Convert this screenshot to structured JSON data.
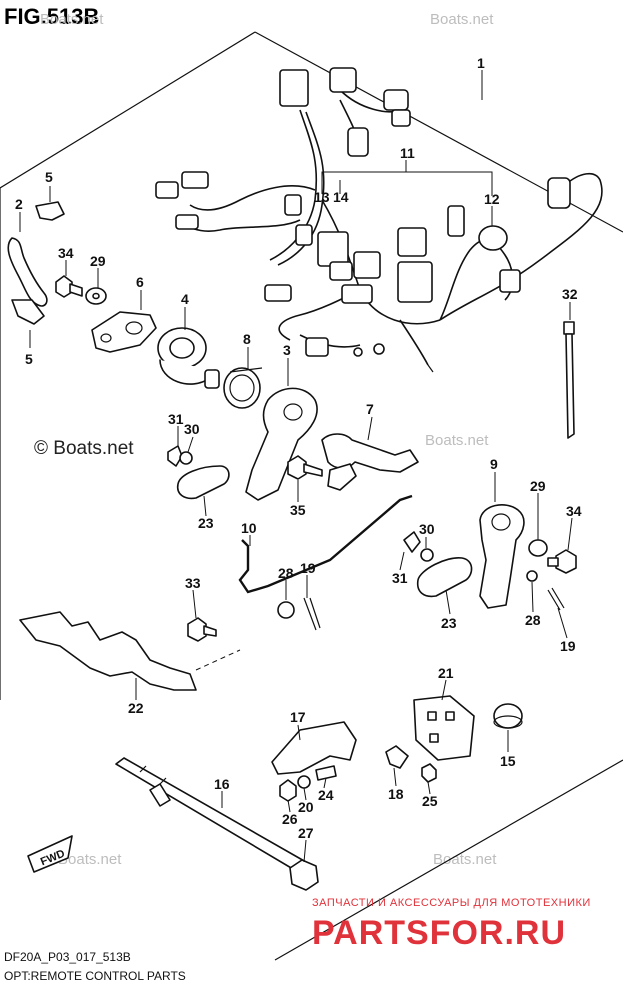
{
  "figure": {
    "title": "FIG.513B",
    "model_code": "DF20A_P03_017_513B",
    "subtitle": "OPT:REMOTE CONTROL PARTS"
  },
  "watermarks": {
    "top": "Boats.net",
    "left": "© Boats.net",
    "right": "Boats.net",
    "bottom_left": "Boats.net",
    "bottom_right": "Boats.net"
  },
  "brand": {
    "tagline": "ЗАПЧАСТИ И АКСЕССУАРЫ ДЛЯ МОТОТЕХНИКИ",
    "logo": "PARTSFOR.RU"
  },
  "fwd_label": "FWD",
  "callouts": {
    "c1": "1",
    "c2": "2",
    "c3": "3",
    "c4": "4",
    "c5a": "5",
    "c5b": "5",
    "c6": "6",
    "c7": "7",
    "c8": "8",
    "c9": "9",
    "c10": "10",
    "c11": "11",
    "c12": "12",
    "c13": "13",
    "c14": "14",
    "c15": "15",
    "c16": "16",
    "c17": "17",
    "c18": "18",
    "c19a": "19",
    "c19b": "19",
    "c20": "20",
    "c21": "21",
    "c22": "22",
    "c23a": "23",
    "c23b": "23",
    "c24": "24",
    "c25": "25",
    "c26": "26",
    "c27": "27",
    "c28a": "28",
    "c28b": "28",
    "c29a": "29",
    "c29b": "29",
    "c30a": "30",
    "c30b": "30",
    "c31a": "31",
    "c31b": "31",
    "c32": "32",
    "c33": "33",
    "c34a": "34",
    "c34b": "34",
    "c35": "35"
  },
  "colors": {
    "ink": "#111111",
    "watermark": "#bdbdbd",
    "brand_red": "#e0323a",
    "brand_blue": "#1f4e9c"
  }
}
